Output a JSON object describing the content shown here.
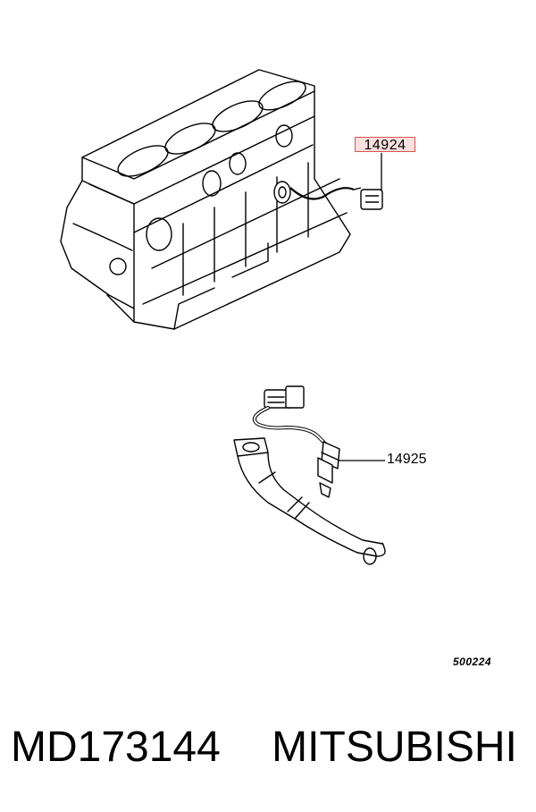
{
  "callouts": {
    "upper": "14924",
    "lower": "14925"
  },
  "drawing_number": "500224",
  "caption": {
    "part_number": "MD173144",
    "brand": "MITSUBISHI"
  },
  "colors": {
    "highlight_border": "#d9534f",
    "line": "#000000"
  }
}
